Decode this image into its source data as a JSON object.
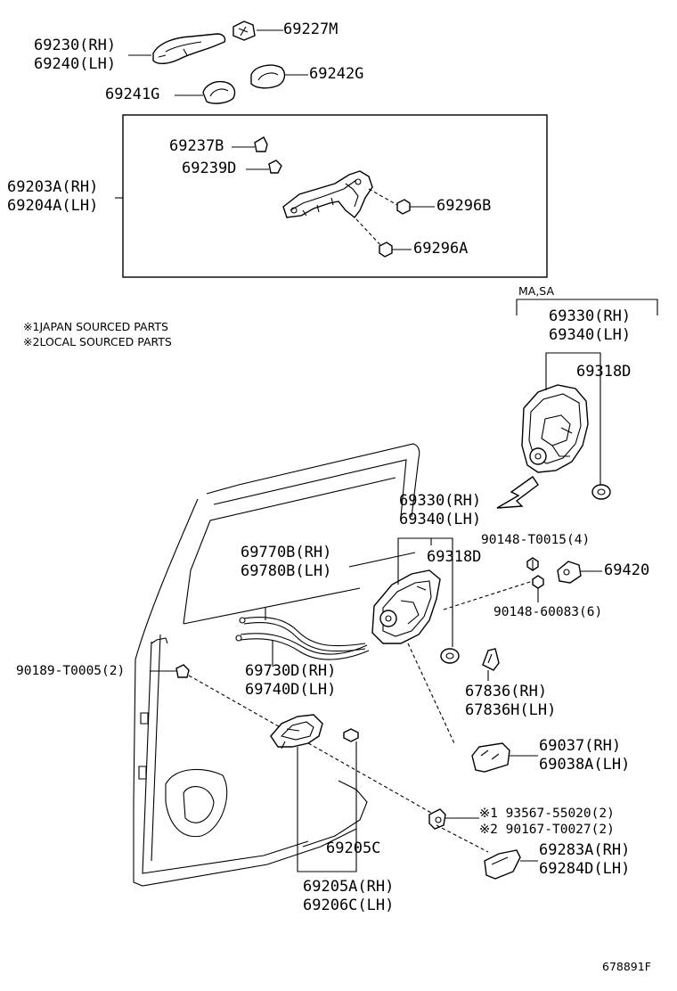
{
  "diagram_id": "678891F",
  "group_label": "MA,SA",
  "notes": [
    {
      "mark": "※1",
      "text": "JAPAN SOURCED PARTS"
    },
    {
      "mark": "※2",
      "text": "LOCAL SOURCED PARTS"
    }
  ],
  "parts": {
    "p69230": [
      "69230(RH)",
      "69240(LH)"
    ],
    "p69227M": "69227M",
    "p69241G": "69241G",
    "p69242G": "69242G",
    "p69237B": "69237B",
    "p69239D": "69239D",
    "p69203A": [
      "69203A(RH)",
      "69204A(LH)"
    ],
    "p69296B": "69296B",
    "p69296A": "69296A",
    "p69330_top": [
      "69330(RH)",
      "69340(LH)"
    ],
    "p69318D_top": "69318D",
    "p69330_mid": [
      "69330(RH)",
      "69340(LH)"
    ],
    "p69318D_mid": "69318D",
    "p90148_T0015": "90148-T0015(4)",
    "p69420": "69420",
    "p90148_60083": "90148-60083(6)",
    "p69770B": [
      "69770B(RH)",
      "69780B(LH)"
    ],
    "p90189": "90189-T0005(2)",
    "p69730D": [
      "69730D(RH)",
      "69740D(LH)"
    ],
    "p67836": [
      "67836(RH)",
      "67836H(LH)"
    ],
    "p69037": [
      "69037(RH)",
      "69038A(LH)"
    ],
    "p93567": "※1 93567-55020(2)",
    "p90167": "※2 90167-T0027(2)",
    "p69205C": "69205C",
    "p69283A": [
      "69283A(RH)",
      "69284D(LH)"
    ],
    "p69205A": [
      "69205A(RH)",
      "69206C(LH)"
    ]
  }
}
